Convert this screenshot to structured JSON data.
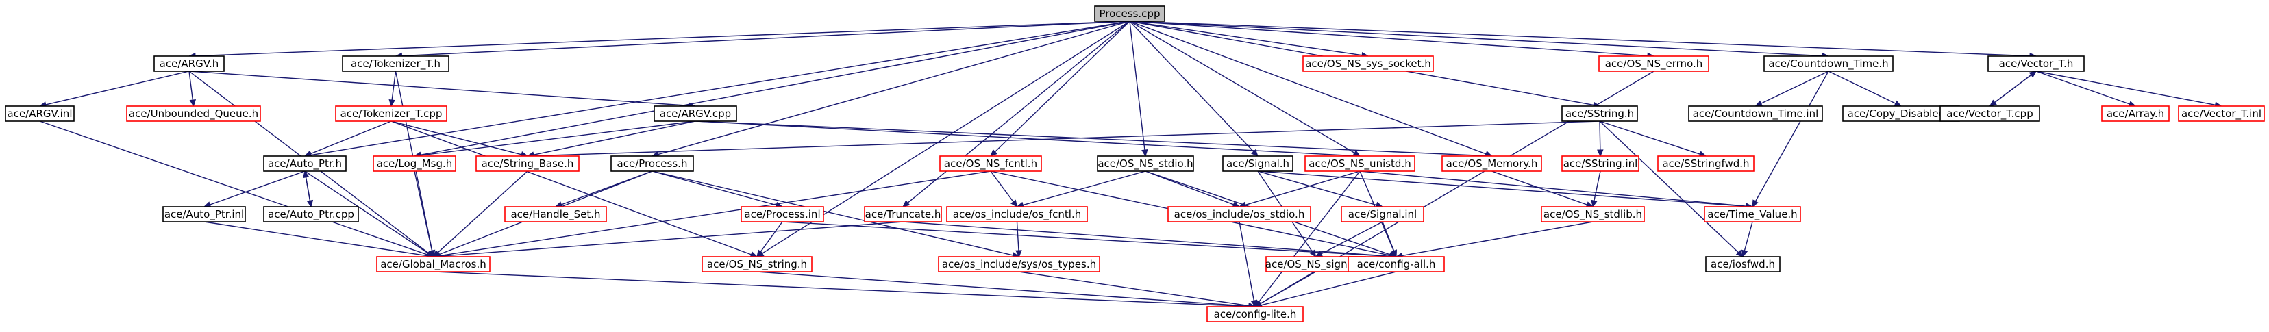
{
  "diagram": {
    "type": "include-dependency-graph",
    "colors": {
      "normal_border": "#000000",
      "missing_border": "#ff0000",
      "root_fill": "#bfbfbf",
      "edge": "#191970"
    },
    "nodes": [
      {
        "id": "process_cpp",
        "label": "Process.cpp",
        "style": "root"
      },
      {
        "id": "argv_h",
        "label": "ace/ARGV.h",
        "style": "normal"
      },
      {
        "id": "tokenizer_t_h",
        "label": "ace/Tokenizer_T.h",
        "style": "normal"
      },
      {
        "id": "os_ns_sys_socket_h",
        "label": "ace/OS_NS_sys_socket.h",
        "style": "missing"
      },
      {
        "id": "os_ns_errno_h",
        "label": "ace/OS_NS_errno.h",
        "style": "missing"
      },
      {
        "id": "countdown_time_h",
        "label": "ace/Countdown_Time.h",
        "style": "normal"
      },
      {
        "id": "vector_t_h",
        "label": "ace/Vector_T.h",
        "style": "normal"
      },
      {
        "id": "argv_inl",
        "label": "ace/ARGV.inl",
        "style": "normal"
      },
      {
        "id": "unbounded_queue_h",
        "label": "ace/Unbounded_Queue.h",
        "style": "missing"
      },
      {
        "id": "tokenizer_t_cpp",
        "label": "ace/Tokenizer_T.cpp",
        "style": "missing"
      },
      {
        "id": "argv_cpp",
        "label": "ace/ARGV.cpp",
        "style": "normal"
      },
      {
        "id": "sstring_h",
        "label": "ace/SString.h",
        "style": "normal"
      },
      {
        "id": "countdown_time_inl",
        "label": "ace/Countdown_Time.inl",
        "style": "normal"
      },
      {
        "id": "copy_disabled_h",
        "label": "ace/Copy_Disabled.h",
        "style": "normal"
      },
      {
        "id": "vector_t_cpp",
        "label": "ace/Vector_T.cpp",
        "style": "normal"
      },
      {
        "id": "array_h",
        "label": "ace/Array.h",
        "style": "missing"
      },
      {
        "id": "vector_t_inl",
        "label": "ace/Vector_T.inl",
        "style": "missing"
      },
      {
        "id": "auto_ptr_h",
        "label": "ace/Auto_Ptr.h",
        "style": "normal"
      },
      {
        "id": "log_msg_h",
        "label": "ace/Log_Msg.h",
        "style": "missing"
      },
      {
        "id": "string_base_h",
        "label": "ace/String_Base.h",
        "style": "missing"
      },
      {
        "id": "process_h",
        "label": "ace/Process.h",
        "style": "normal"
      },
      {
        "id": "os_ns_fcntl_h",
        "label": "ace/OS_NS_fcntl.h",
        "style": "missing"
      },
      {
        "id": "os_ns_stdio_h",
        "label": "ace/OS_NS_stdio.h",
        "style": "normal"
      },
      {
        "id": "signal_h",
        "label": "ace/Signal.h",
        "style": "normal"
      },
      {
        "id": "os_ns_unistd_h",
        "label": "ace/OS_NS_unistd.h",
        "style": "missing"
      },
      {
        "id": "os_memory_h",
        "label": "ace/OS_Memory.h",
        "style": "missing"
      },
      {
        "id": "sstring_inl",
        "label": "ace/SString.inl",
        "style": "missing"
      },
      {
        "id": "sstringfwd_h",
        "label": "ace/SStringfwd.h",
        "style": "missing"
      },
      {
        "id": "auto_ptr_inl",
        "label": "ace/Auto_Ptr.inl",
        "style": "normal"
      },
      {
        "id": "auto_ptr_cpp",
        "label": "ace/Auto_Ptr.cpp",
        "style": "normal"
      },
      {
        "id": "handle_set_h",
        "label": "ace/Handle_Set.h",
        "style": "missing"
      },
      {
        "id": "process_inl",
        "label": "ace/Process.inl",
        "style": "missing"
      },
      {
        "id": "truncate_h",
        "label": "ace/Truncate.h",
        "style": "missing"
      },
      {
        "id": "os_include_os_fcntl_h",
        "label": "ace/os_include/os_fcntl.h",
        "style": "missing"
      },
      {
        "id": "os_include_os_stdio_h",
        "label": "ace/os_include/os_stdio.h",
        "style": "missing"
      },
      {
        "id": "signal_inl",
        "label": "ace/Signal.inl",
        "style": "missing"
      },
      {
        "id": "os_ns_stdlib_h",
        "label": "ace/OS_NS_stdlib.h",
        "style": "missing"
      },
      {
        "id": "time_value_h",
        "label": "ace/Time_Value.h",
        "style": "missing"
      },
      {
        "id": "global_macros_h",
        "label": "ace/Global_Macros.h",
        "style": "missing"
      },
      {
        "id": "os_ns_string_h",
        "label": "ace/OS_NS_string.h",
        "style": "missing"
      },
      {
        "id": "os_include_sys_os_types_h",
        "label": "ace/os_include/sys/os_types.h",
        "style": "missing"
      },
      {
        "id": "os_ns_signal_h",
        "label": "ace/OS_NS_signal.h",
        "style": "missing"
      },
      {
        "id": "config_all_h",
        "label": "ace/config-all.h",
        "style": "missing"
      },
      {
        "id": "iosfwd_h",
        "label": "ace/iosfwd.h",
        "style": "normal"
      },
      {
        "id": "config_lite_h",
        "label": "ace/config-lite.h",
        "style": "missing"
      }
    ],
    "edges": [
      [
        "process_cpp",
        "argv_h"
      ],
      [
        "process_cpp",
        "tokenizer_t_h"
      ],
      [
        "process_cpp",
        "os_ns_sys_socket_h"
      ],
      [
        "process_cpp",
        "os_ns_errno_h"
      ],
      [
        "process_cpp",
        "countdown_time_h"
      ],
      [
        "process_cpp",
        "vector_t_h"
      ],
      [
        "process_cpp",
        "sstring_h"
      ],
      [
        "process_cpp",
        "auto_ptr_h"
      ],
      [
        "process_cpp",
        "log_msg_h"
      ],
      [
        "process_cpp",
        "process_h"
      ],
      [
        "process_cpp",
        "os_ns_fcntl_h"
      ],
      [
        "process_cpp",
        "os_ns_stdio_h"
      ],
      [
        "process_cpp",
        "signal_h"
      ],
      [
        "process_cpp",
        "os_ns_unistd_h"
      ],
      [
        "process_cpp",
        "os_memory_h"
      ],
      [
        "process_cpp",
        "truncate_h"
      ],
      [
        "process_cpp",
        "os_ns_string_h"
      ],
      [
        "argv_h",
        "argv_inl"
      ],
      [
        "argv_h",
        "unbounded_queue_h"
      ],
      [
        "argv_h",
        "argv_cpp"
      ],
      [
        "argv_h",
        "global_macros_h"
      ],
      [
        "tokenizer_t_h",
        "tokenizer_t_cpp"
      ],
      [
        "tokenizer_t_h",
        "global_macros_h"
      ],
      [
        "tokenizer_t_cpp",
        "auto_ptr_h"
      ],
      [
        "tokenizer_t_cpp",
        "string_base_h"
      ],
      [
        "tokenizer_t_cpp",
        "os_ns_string_h"
      ],
      [
        "argv_inl",
        "global_macros_h"
      ],
      [
        "argv_cpp",
        "log_msg_h"
      ],
      [
        "argv_cpp",
        "string_base_h"
      ],
      [
        "argv_cpp",
        "os_memory_h"
      ],
      [
        "argv_cpp",
        "os_ns_unistd_h"
      ],
      [
        "countdown_time_h",
        "countdown_time_inl"
      ],
      [
        "countdown_time_h",
        "copy_disabled_h"
      ],
      [
        "countdown_time_h",
        "time_value_h"
      ],
      [
        "os_ns_errno_h",
        "config_lite_h"
      ],
      [
        "vector_t_h",
        "vector_t_cpp"
      ],
      [
        "vector_t_h",
        "array_h"
      ],
      [
        "vector_t_h",
        "vector_t_inl"
      ],
      [
        "vector_t_cpp",
        "vector_t_h"
      ],
      [
        "sstring_h",
        "sstring_inl"
      ],
      [
        "sstring_h",
        "sstringfwd_h"
      ],
      [
        "sstring_h",
        "string_base_h"
      ],
      [
        "sstring_h",
        "iosfwd_h"
      ],
      [
        "sstring_inl",
        "os_ns_stdlib_h"
      ],
      [
        "auto_ptr_h",
        "auto_ptr_inl"
      ],
      [
        "auto_ptr_h",
        "auto_ptr_cpp"
      ],
      [
        "auto_ptr_h",
        "global_macros_h"
      ],
      [
        "auto_ptr_cpp",
        "auto_ptr_h"
      ],
      [
        "auto_ptr_inl",
        "global_macros_h"
      ],
      [
        "log_msg_h",
        "global_macros_h"
      ],
      [
        "string_base_h",
        "global_macros_h"
      ],
      [
        "process_h",
        "handle_set_h"
      ],
      [
        "process_h",
        "process_inl"
      ],
      [
        "process_h",
        "global_macros_h"
      ],
      [
        "process_h",
        "os_include_sys_os_types_h"
      ],
      [
        "process_inl",
        "os_ns_string_h"
      ],
      [
        "process_inl",
        "config_all_h"
      ],
      [
        "os_ns_fcntl_h",
        "os_include_os_fcntl_h"
      ],
      [
        "os_ns_fcntl_h",
        "global_macros_h"
      ],
      [
        "os_ns_fcntl_h",
        "config_all_h"
      ],
      [
        "os_include_os_fcntl_h",
        "os_include_sys_os_types_h"
      ],
      [
        "os_ns_stdio_h",
        "os_include_os_fcntl_h"
      ],
      [
        "os_ns_stdio_h",
        "os_include_os_stdio_h"
      ],
      [
        "os_ns_stdio_h",
        "config_all_h"
      ],
      [
        "signal_h",
        "signal_inl"
      ],
      [
        "signal_h",
        "os_ns_signal_h"
      ],
      [
        "signal_h",
        "time_value_h"
      ],
      [
        "signal_inl",
        "os_ns_signal_h"
      ],
      [
        "signal_inl",
        "config_all_h"
      ],
      [
        "os_ns_unistd_h",
        "os_include_os_stdio_h"
      ],
      [
        "os_ns_unistd_h",
        "time_value_h"
      ],
      [
        "os_ns_unistd_h",
        "config_all_h"
      ],
      [
        "os_ns_unistd_h",
        "config_lite_h"
      ],
      [
        "os_include_os_stdio_h",
        "config_lite_h"
      ],
      [
        "os_memory_h",
        "os_ns_stdlib_h"
      ],
      [
        "os_ns_stdlib_h",
        "config_all_h"
      ],
      [
        "truncate_h",
        "global_macros_h"
      ],
      [
        "truncate_h",
        "config_all_h"
      ],
      [
        "time_value_h",
        "iosfwd_h"
      ],
      [
        "global_macros_h",
        "config_lite_h"
      ],
      [
        "os_ns_string_h",
        "config_lite_h"
      ],
      [
        "os_include_sys_os_types_h",
        "config_lite_h"
      ],
      [
        "os_ns_signal_h",
        "config_lite_h"
      ],
      [
        "config_all_h",
        "config_lite_h"
      ]
    ]
  }
}
